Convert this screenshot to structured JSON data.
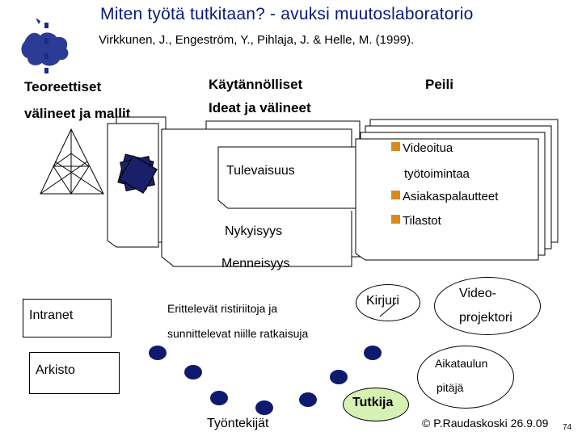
{
  "header": {
    "title": "Miten työtä tutkitaan?  - avuksi muutoslaboratorio",
    "subtitle": "Virkkunen, J., Engeström, Y., Pihlaja, J. & Helle, M. (1999)."
  },
  "columns": {
    "tools_line1": "Teoreettiset",
    "tools_line2": "välineet ja mallit",
    "practical_line1": "Käytännölliset",
    "practical_line2": "Ideat ja välineet",
    "mirror": "Peili"
  },
  "pages": {
    "future": "Tulevaisuus",
    "present": "Nykyisyys",
    "past": "Menneisyys"
  },
  "mirror_items": [
    {
      "line1": "Videoitua",
      "line2": "työtoimintaa"
    },
    {
      "line1": "Asiakaspalautteet"
    },
    {
      "line1": "Tilastot"
    }
  ],
  "bottom": {
    "intranet": "Intranet",
    "contradictions_line1": "Erittelevät ristiriitoja  ja",
    "contradictions_line2": "sunnittelevat  niille ratkaisuja",
    "writer": "Kirjuri",
    "projector_line1": "Video-",
    "projector_line2": "projektori",
    "archive": "Arkisto",
    "scheduler_line1": "Aikataulun",
    "scheduler_line2": "pitäjä",
    "workers": "Työntekijät",
    "researcher": "Tutkija",
    "copyright": "© P.Raudaskoski 26.9.09",
    "page_number": "74"
  },
  "colors": {
    "title": "#0a1a7a",
    "bullet": "#d98a1f",
    "dots": "#0d1a6e",
    "researcher_fill": "#d7f0b4",
    "logo": "#1a2a8a"
  },
  "icons": {
    "logo": "university-seal-logo",
    "model": "triangle-activity-model-icon",
    "squares": "rotated-squares-icon"
  }
}
